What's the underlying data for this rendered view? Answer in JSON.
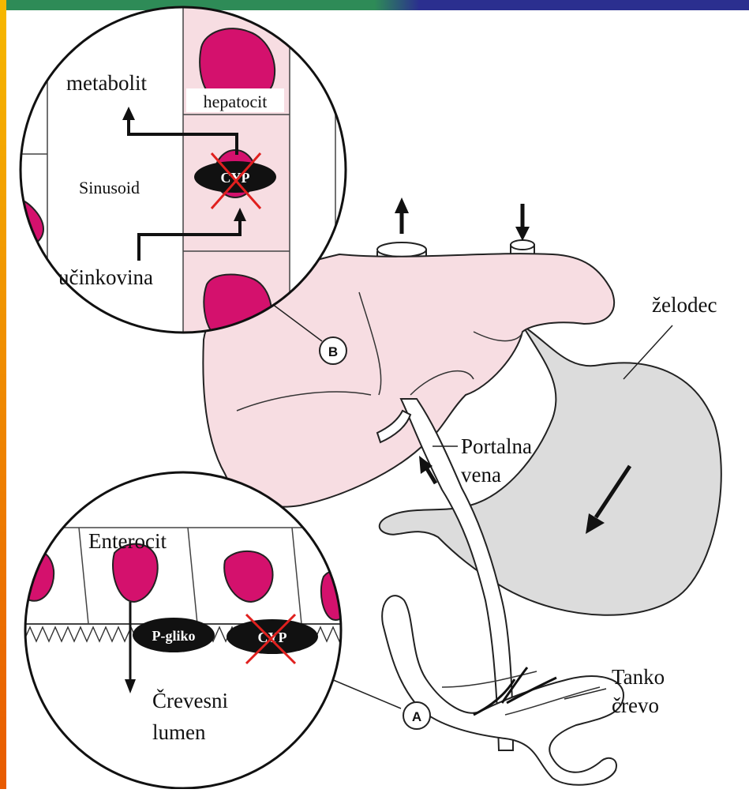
{
  "labels": {
    "metabolit": "metabolit",
    "hepatocit": "hepatocit",
    "sinusoid": "Sinusoid",
    "ucinkovina": "učinkovina",
    "cyp_liver": "CYP",
    "zelodec": "želodec",
    "marker_b": "B",
    "portalna": "Portalna",
    "vena": "vena",
    "enterocit": "Enterocit",
    "pgliko": "P-gliko",
    "cyp_gut": "CYP",
    "crevesni": "Črevesni",
    "lumen": "lumen",
    "marker_a": "A",
    "tanko": "Tanko",
    "crevo": "črevo"
  },
  "colors": {
    "header_green": "#2e8b57",
    "header_blue": "#2b2f8f",
    "left_bar": "#f08a00",
    "liver": "#f7dde2",
    "stomach": "#dcdcdc",
    "nucleus": "#d4116d",
    "cross": "#e0201e"
  }
}
